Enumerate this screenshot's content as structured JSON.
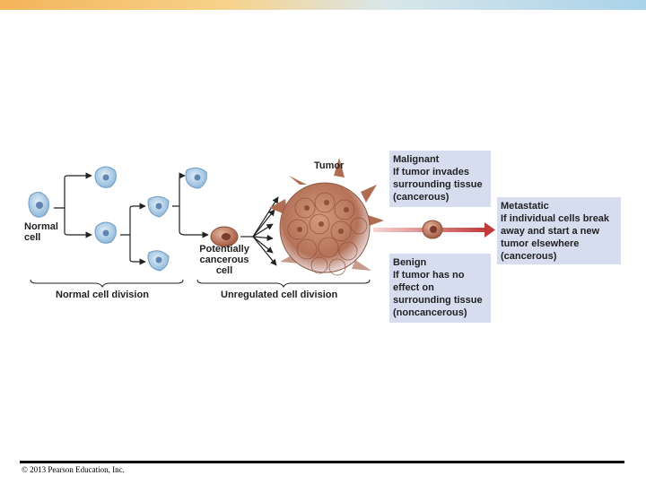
{
  "labels": {
    "normal_cell": "Normal\ncell",
    "potentially_cancerous": "Potentially\ncancerous\ncell",
    "tumor": "Tumor",
    "normal_division": "Normal cell division",
    "unregulated_division": "Unregulated cell division"
  },
  "malignant": {
    "title": "Malignant",
    "text": "If tumor invades\nsurrounding tissue",
    "tag": "(cancerous)"
  },
  "benign": {
    "title": "Benign",
    "text": "If tumor has no\neffect on\nsurrounding tissue",
    "tag": "(noncancerous)"
  },
  "metastatic": {
    "title": "Metastatic",
    "text": "If individual cells break\naway and start a new\ntumor elsewhere",
    "tag": "(cancerous)"
  },
  "footer": {
    "copyright": "© 2013 Pearson Education, Inc."
  },
  "colors": {
    "box_fill": "#d5ddef",
    "normal_cell": "#a9cbe6",
    "cancer_cell": "#b9745a",
    "arrow": "#c23a3a"
  }
}
